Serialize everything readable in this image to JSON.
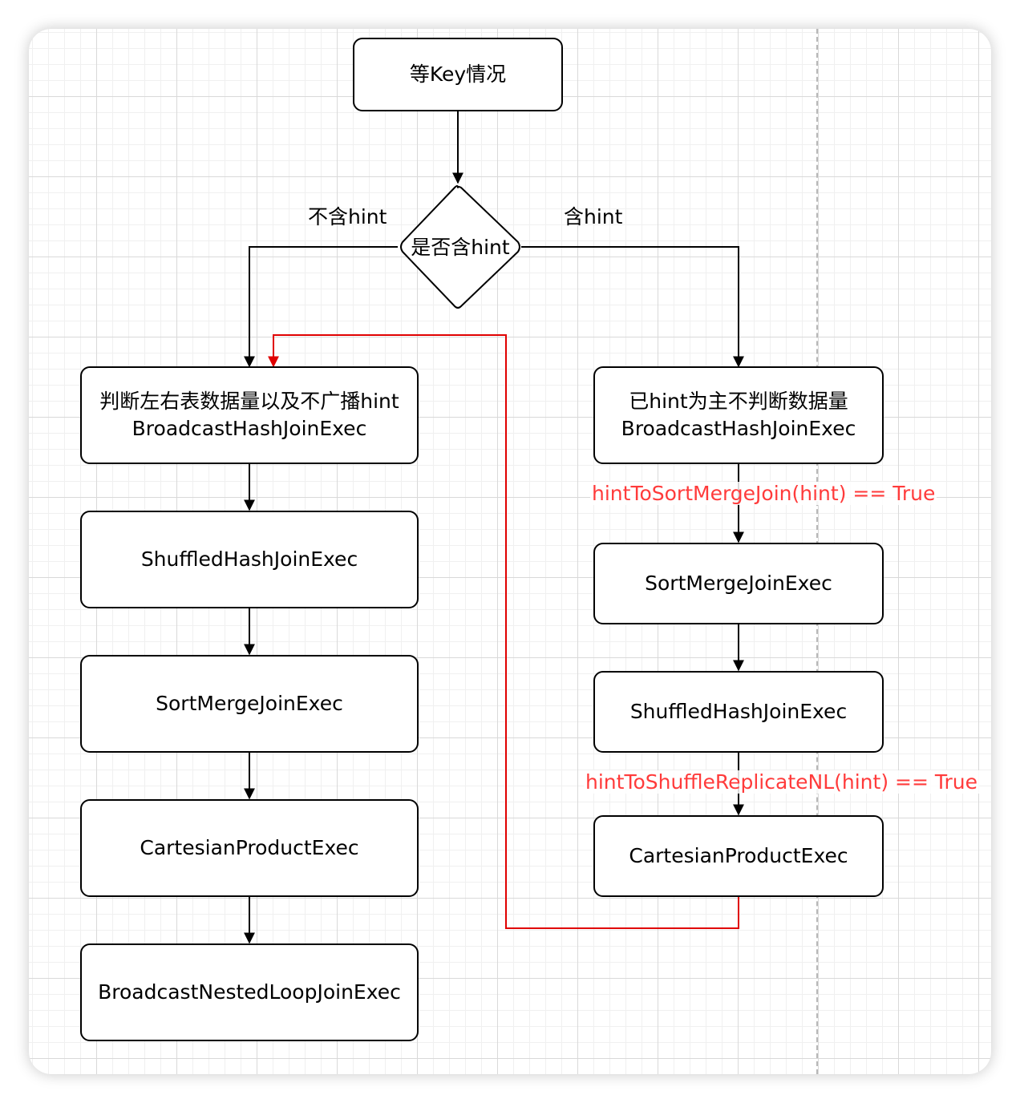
{
  "nodes": {
    "start": "等Key情况",
    "decision": "是否含hint",
    "left_1_line1": "判断左右表数据量以及不广播hint",
    "left_1_line2": "BroadcastHashJoinExec",
    "left_2": "ShuffledHashJoinExec",
    "left_3": "SortMergeJoinExec",
    "left_4": "CartesianProductExec",
    "left_5": "BroadcastNestedLoopJoinExec",
    "right_1_line1": "已hint为主不判断数据量",
    "right_1_line2": "BroadcastHashJoinExec",
    "right_2": "SortMergeJoinExec",
    "right_3": "ShuffledHashJoinExec",
    "right_4": "CartesianProductExec"
  },
  "edge_labels": {
    "no_hint": "不含hint",
    "has_hint": "含hint",
    "to_sort_merge": "hintToSortMergeJoin(hint) == True",
    "to_shuffle_replicate": "hintToShuffleReplicateNL(hint) == True"
  },
  "colors": {
    "edge": "#000000",
    "fallback_edge": "#e00000",
    "condition_text": "#ff3b3b"
  }
}
